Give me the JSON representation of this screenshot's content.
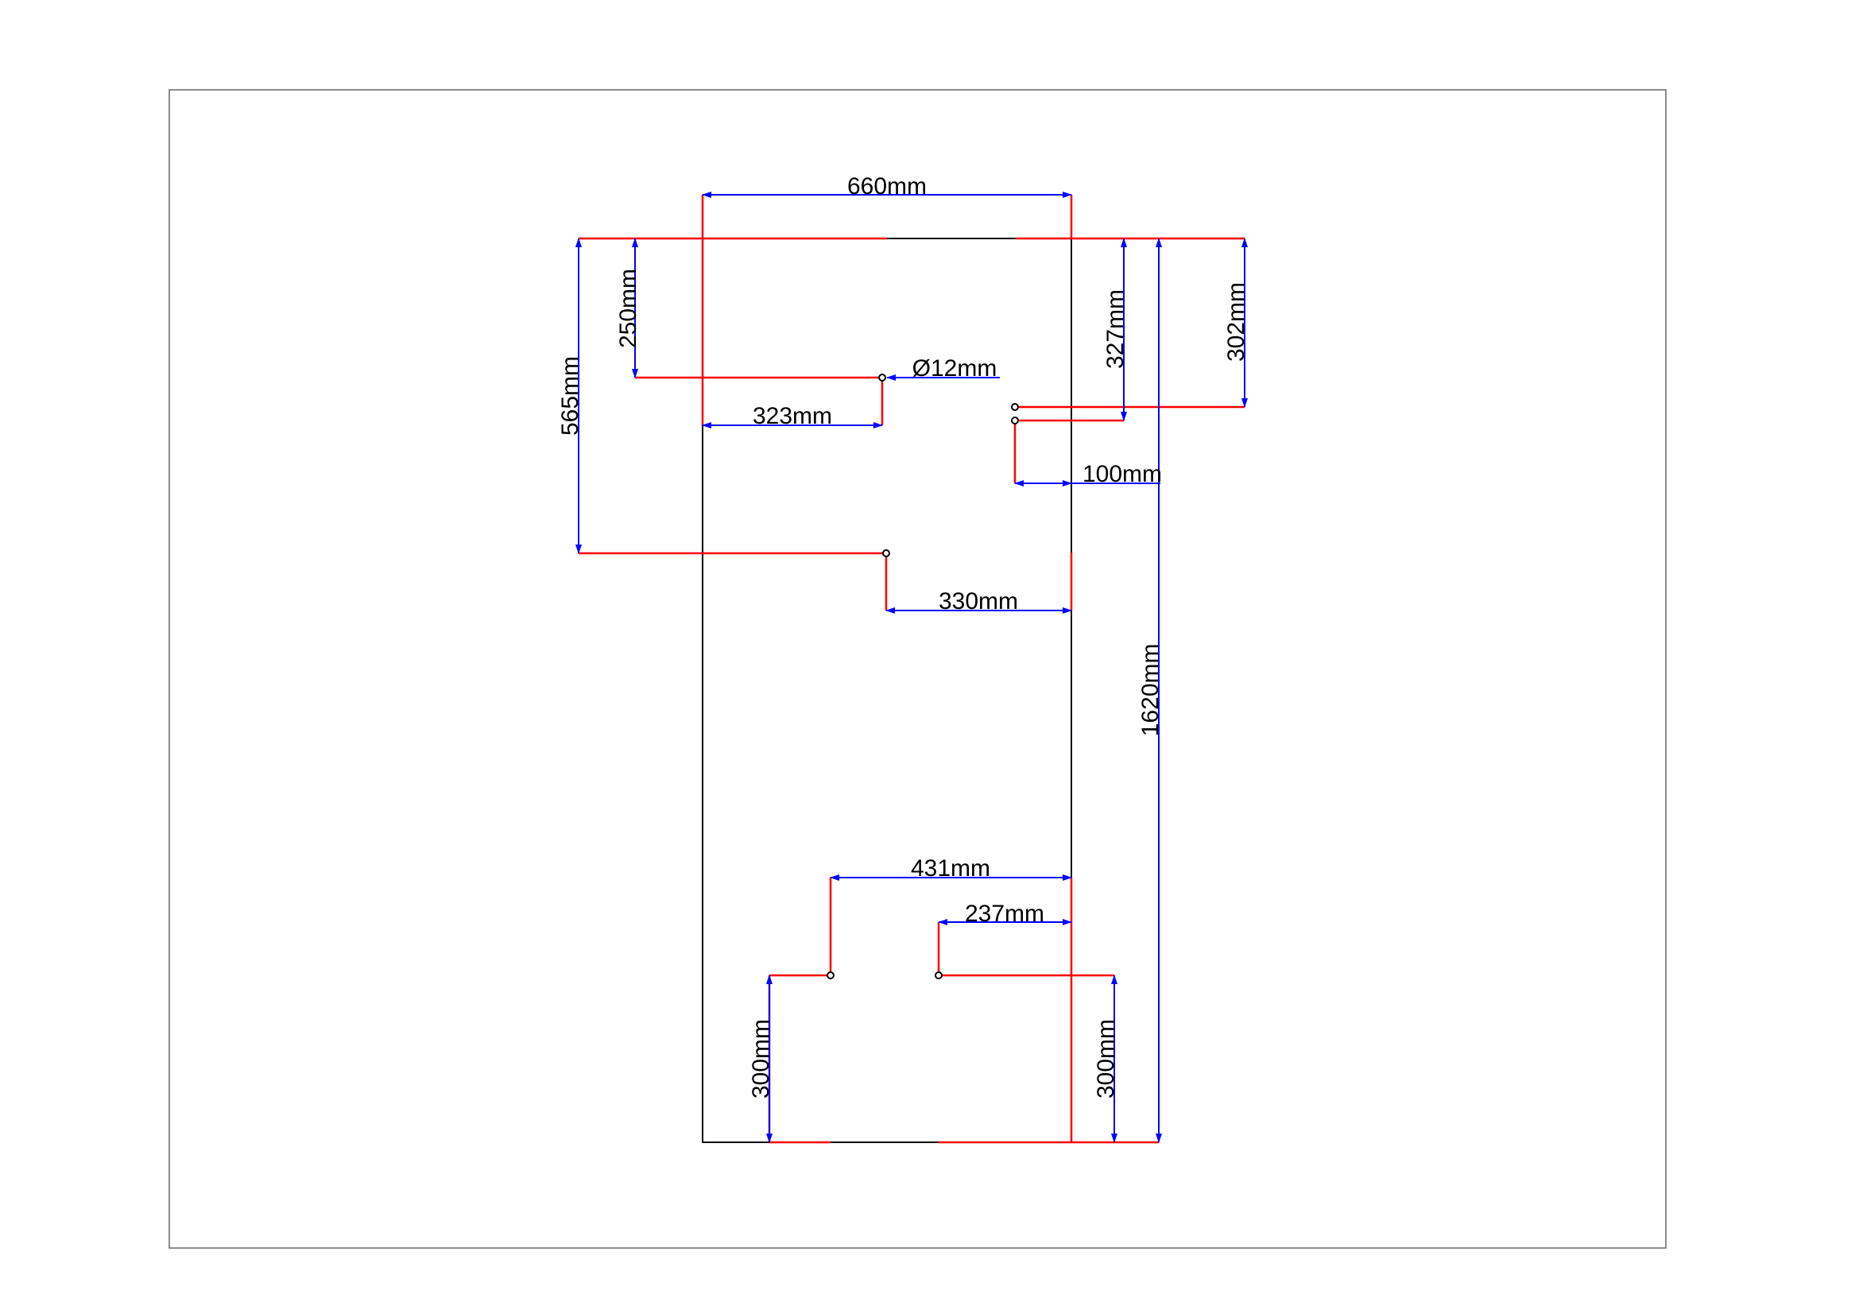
{
  "colors": {
    "extension_line": "#ff0000",
    "dimension_line": "#0000ff",
    "outline": "#000000",
    "frame": "#666666"
  },
  "dimensions": {
    "width": "660mm",
    "height": "1620mm",
    "d250": "250mm",
    "d565": "565mm",
    "hole_diameter": "Ø12mm",
    "d323": "323mm",
    "d327": "327mm",
    "d302": "302mm",
    "d100": "100mm",
    "d330": "330mm",
    "d431": "431mm",
    "d237": "237mm",
    "d300_left": "300mm",
    "d300_right": "300mm"
  }
}
